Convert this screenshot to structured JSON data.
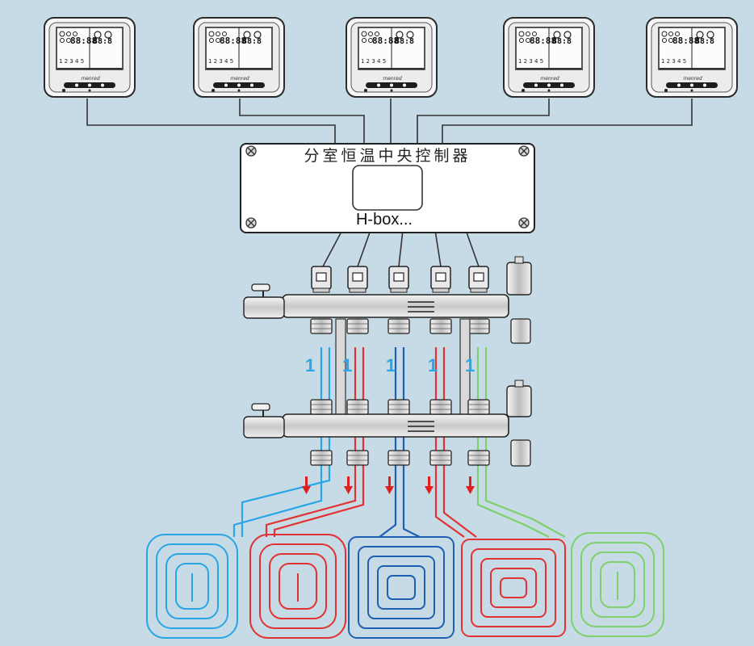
{
  "thermostats": [
    {
      "lcd_main": "88:88",
      "lcd_sub": "88:8",
      "days": "1 2 3 4 5",
      "brand": "menred"
    },
    {
      "lcd_main": "88:88",
      "lcd_sub": "88:8",
      "days": "1 2 3 4 5",
      "brand": "menred"
    },
    {
      "lcd_main": "88:88",
      "lcd_sub": "88:8",
      "days": "1 2 3 4 5",
      "brand": "menred"
    },
    {
      "lcd_main": "88:88",
      "lcd_sub": "88:8",
      "days": "1 2 3 4 5",
      "brand": "menred"
    },
    {
      "lcd_main": "88:88",
      "lcd_sub": "88:8",
      "days": "1 2 3 4 5",
      "brand": "menred"
    }
  ],
  "controller": {
    "title": "分室恒温中央控制器",
    "label": "H-box..."
  },
  "flow_markers": {
    "supply": "1"
  },
  "colors": {
    "background": "#c7dbe6",
    "loop_blue_light": "#2aa6e6",
    "loop_red": "#e23232",
    "loop_blue_dark": "#1f5fb3",
    "loop_green": "#7ed06a",
    "arrow_red": "#e02020"
  }
}
